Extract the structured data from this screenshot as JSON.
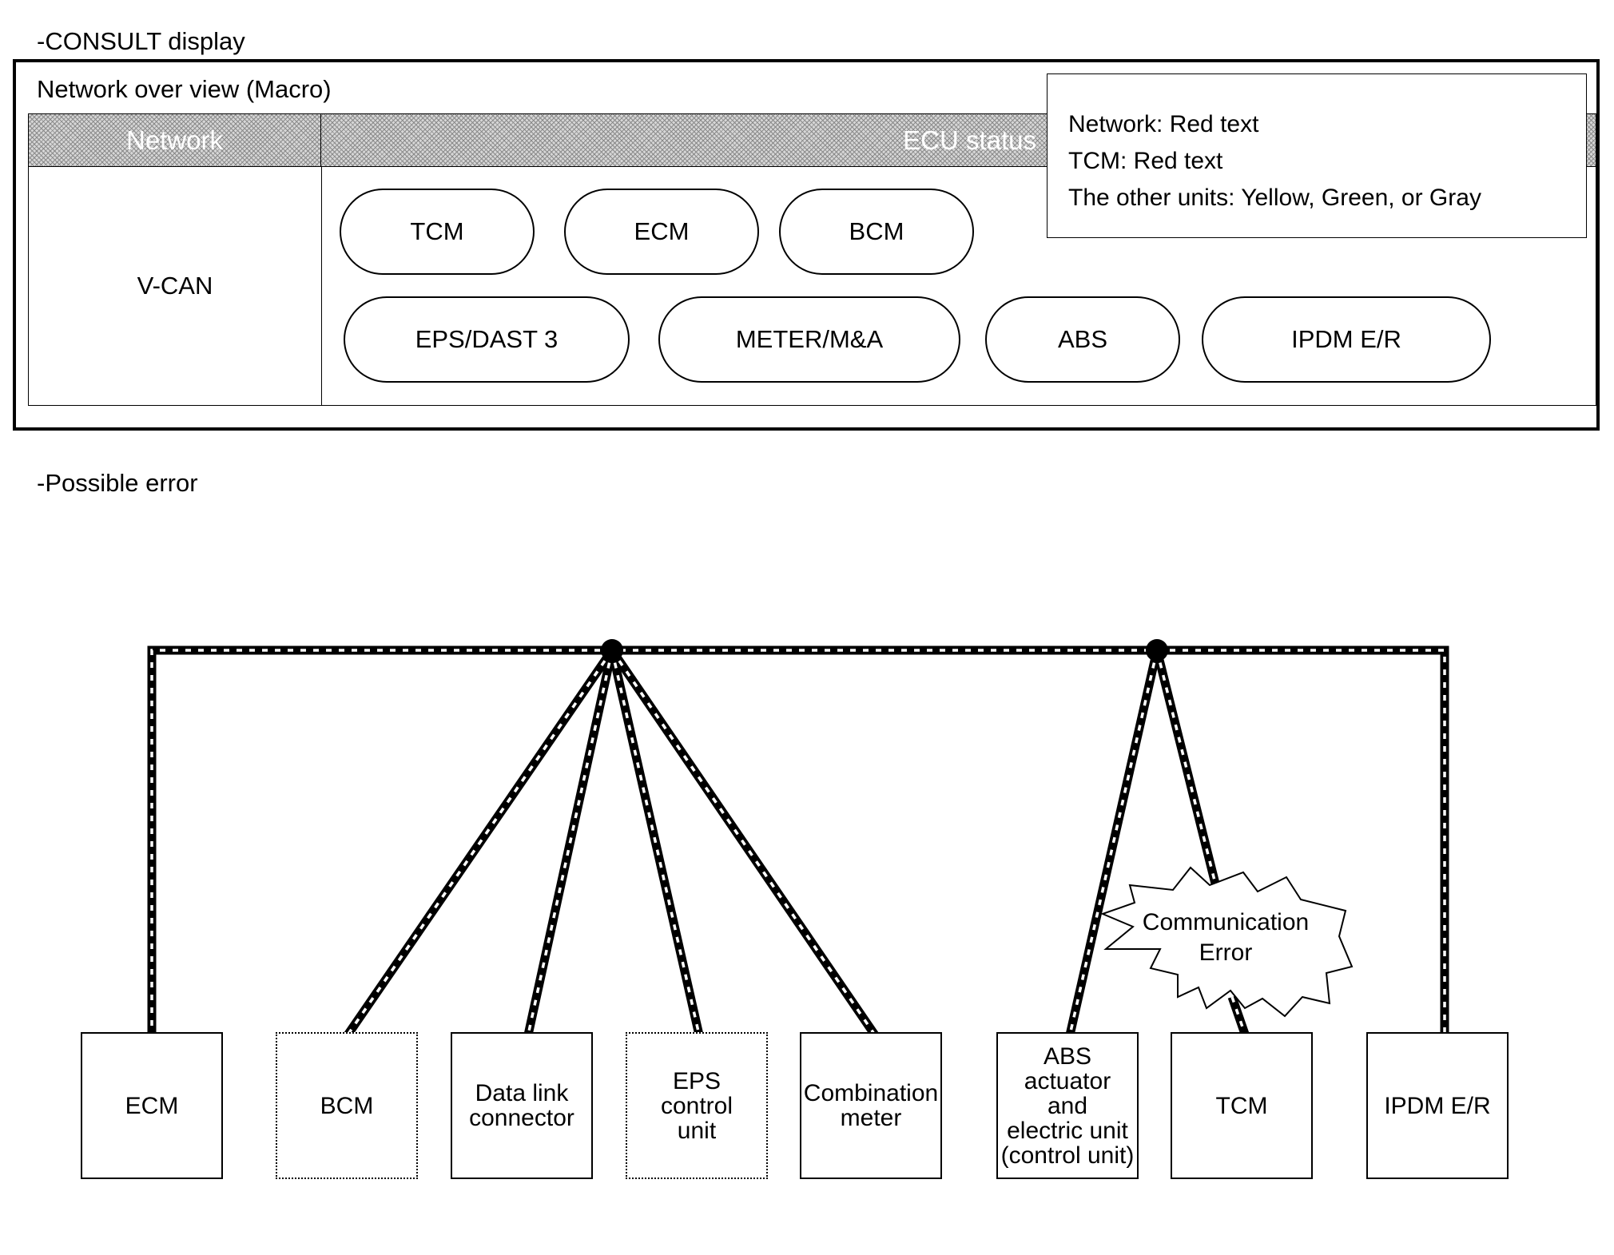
{
  "consult_section_label": "-CONSULT display",
  "overview": {
    "title": "Network over view (Macro)",
    "table": {
      "header_network": "Network",
      "header_ecu": "ECU status",
      "network_name": "V-CAN",
      "ecus_row1": [
        "TCM",
        "ECM",
        "BCM"
      ],
      "ecus_row2": [
        "EPS/DAST 3",
        "METER/M&A",
        "ABS",
        "IPDM E/R"
      ]
    },
    "legend": [
      "Network: Red text",
      "TCM: Red text",
      "The other units: Yellow, Green, or Gray"
    ]
  },
  "error_section_label": "-Possible error",
  "error_diagram": {
    "nodes": [
      "ECM",
      "BCM",
      "Data link\nconnector",
      "EPS\ncontrol\nunit",
      "Combination\nmeter",
      "ABS\nactuator\nand\nelectric unit\n(control unit)",
      "TCM",
      "IPDM E/R"
    ],
    "error_label": "Communication\nError"
  }
}
